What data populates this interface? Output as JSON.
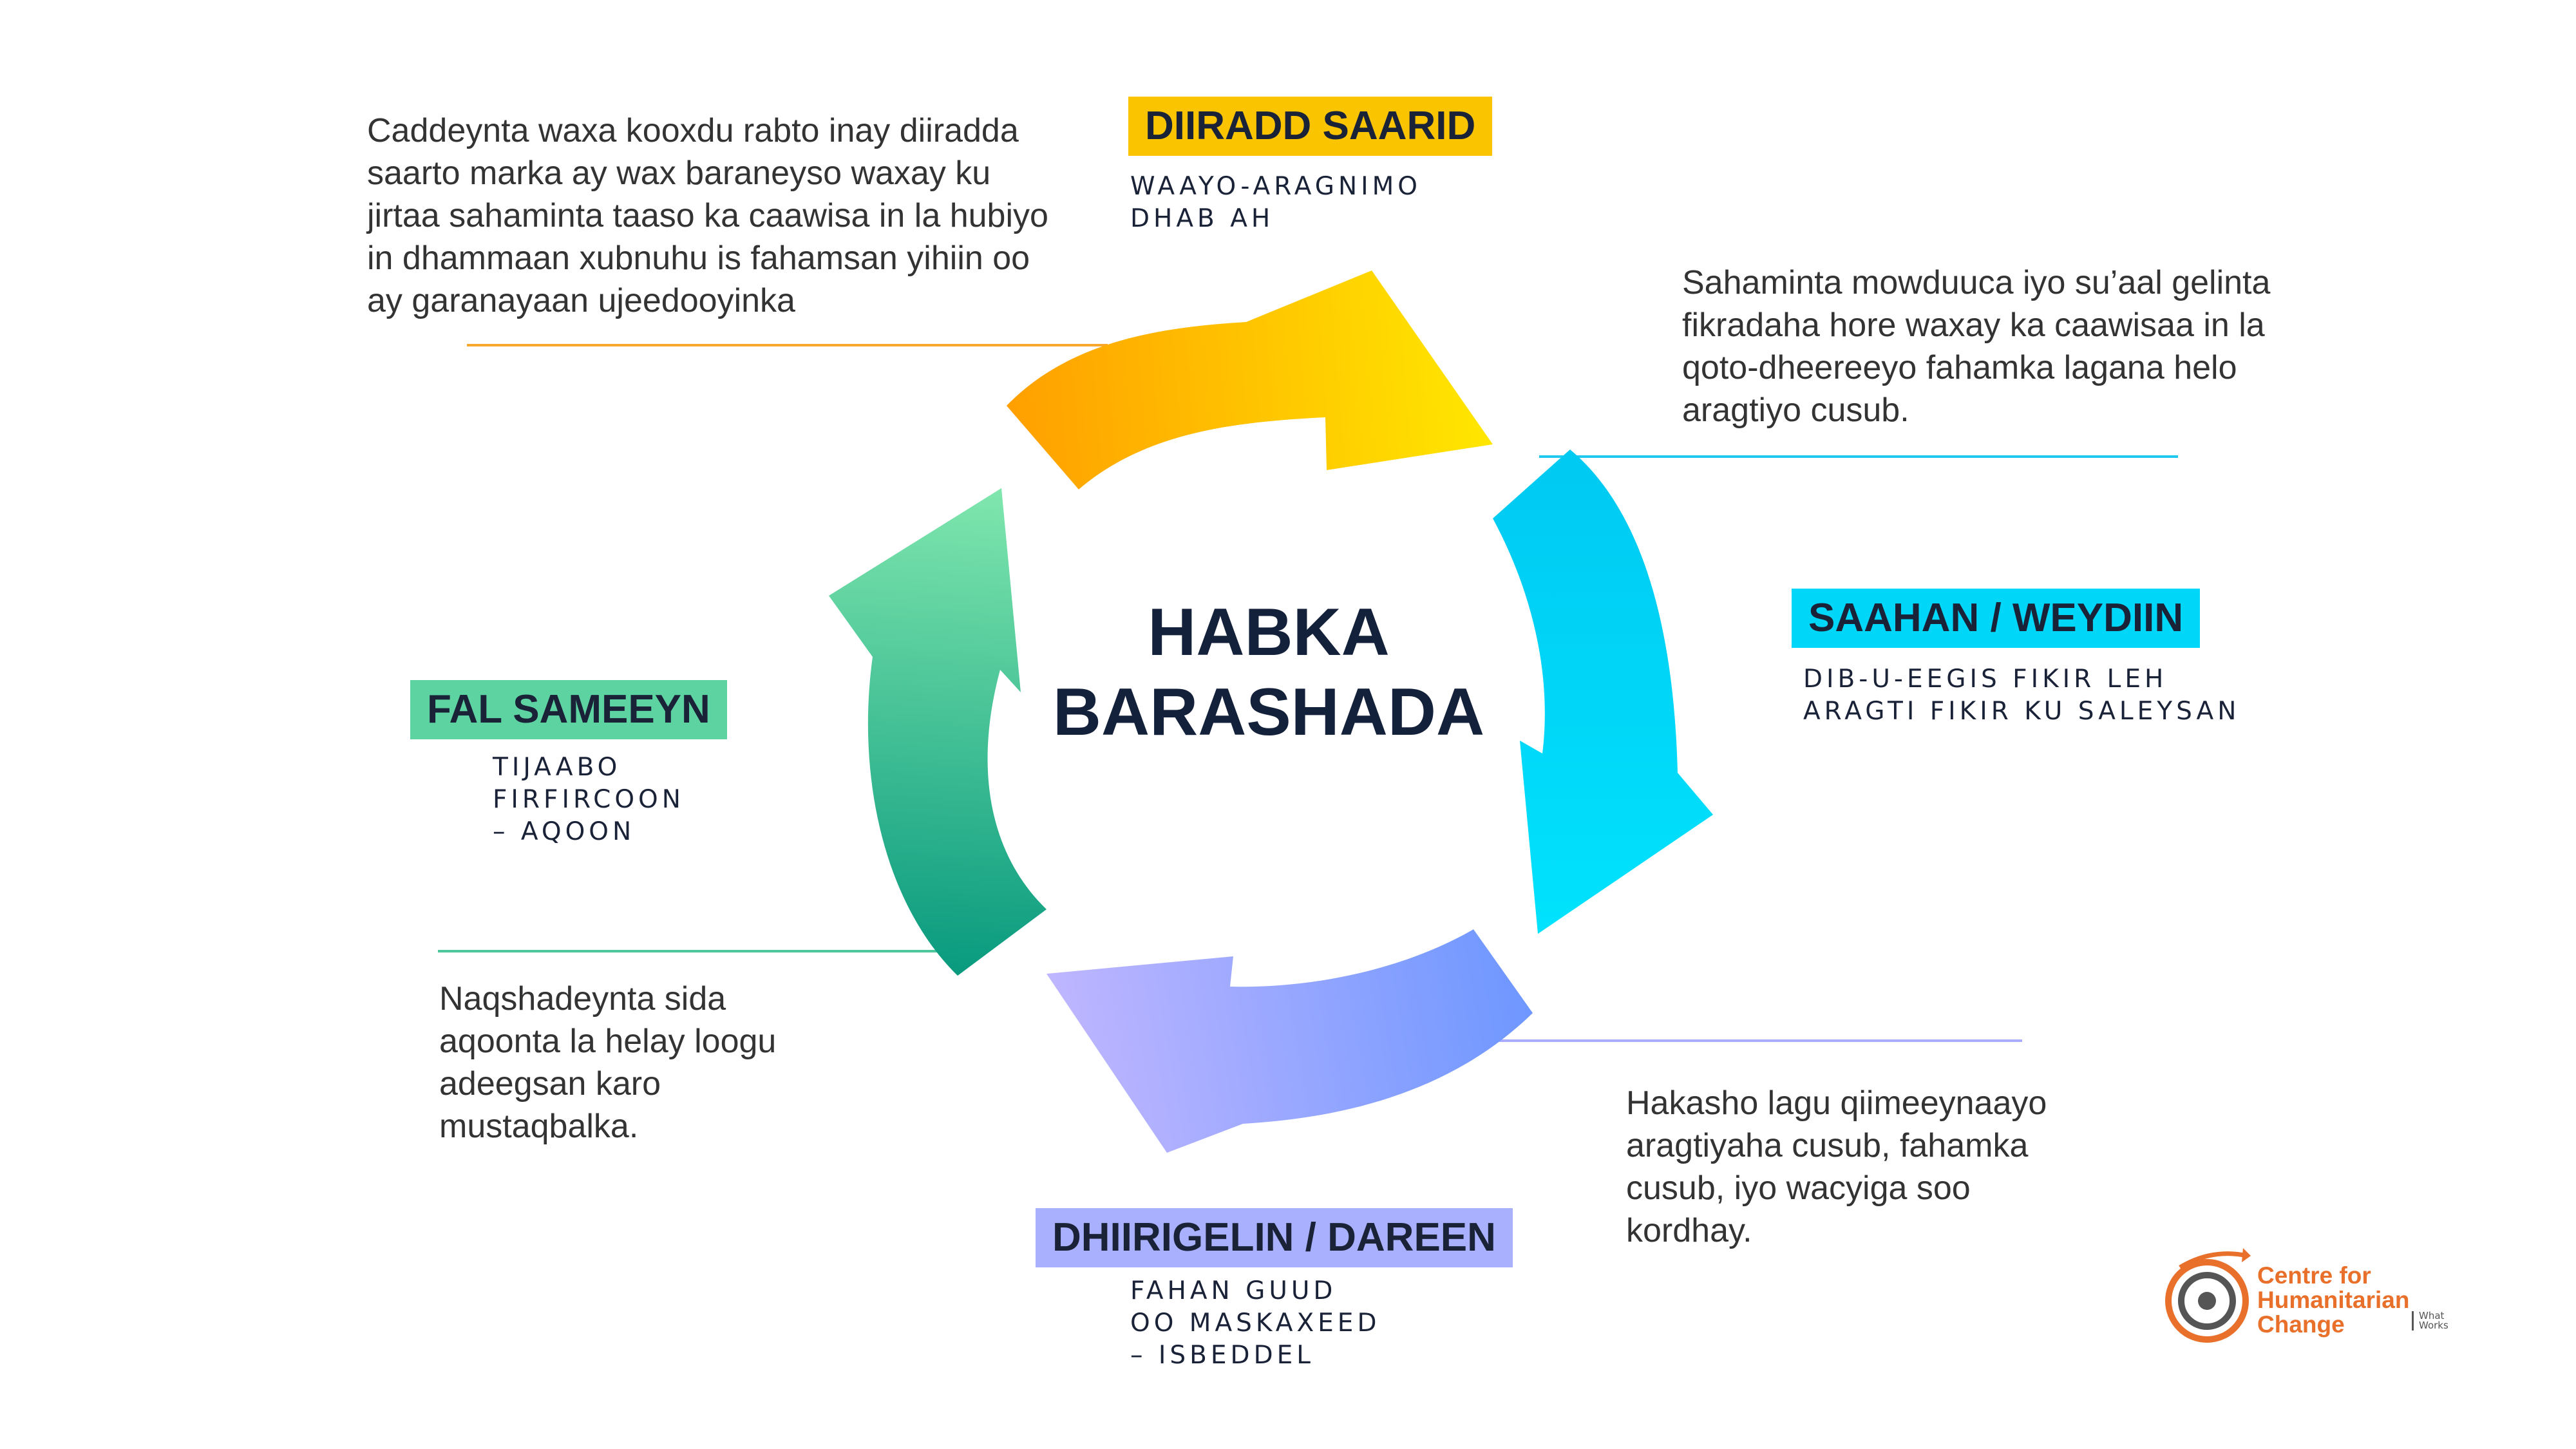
{
  "center_title": "HABKA\nBARASHADA",
  "stages": [
    {
      "key": "top",
      "title": "DIIRADD SAARID",
      "subtitle": "WAAYO-ARAGNIMO\nDHAB AH",
      "description": "Caddeynta waxa kooxdu rabto inay diiradda saarto marka ay wax baraneyso waxay ku jirtaa sahaminta taaso ka caawisa in la hubiyo in dhammaan xubnuhu is fahamsan yihiin oo ay garanayaan ujeedooyinka",
      "color": "#fbc400"
    },
    {
      "key": "right",
      "title": "SAAHAN / WEYDIIN",
      "subtitle": "DIB-U-EEGIS FIKIR LEH\nARAGTI FIKIR KU SALEYSAN",
      "description": "Sahaminta mowduuca iyo su’aal gelinta fikradaha hore waxay ka caawisaa in la qoto-dheereeyo fahamka lagana helo aragtiyo cusub.",
      "color": "#00d6f8"
    },
    {
      "key": "bottom",
      "title": "DHIIRIGELIN / DAREEN",
      "subtitle": "FAHAN GUUD\nOO MASKAXEED\n – ISBEDDEL",
      "description": "Hakasho lagu qiimeeynaayo aragtiyaha cusub, fahamka cusub, iyo wacyiga soo kordhay.",
      "color": "#a9b1ff"
    },
    {
      "key": "left",
      "title": "FAL SAMEEYN",
      "subtitle": "TIJAABO\nFIRFIRCOON\n– AQOON",
      "description": "Naqshadeynta sida aqoonta la helay loogu adeegsan karo mustaqbalka.",
      "color": "#5ed3a2"
    }
  ],
  "logo": {
    "line1": "Centre for",
    "line2": "Humanitarian",
    "line3": "Change",
    "tagline": "What Works",
    "color": "#e8702a"
  }
}
